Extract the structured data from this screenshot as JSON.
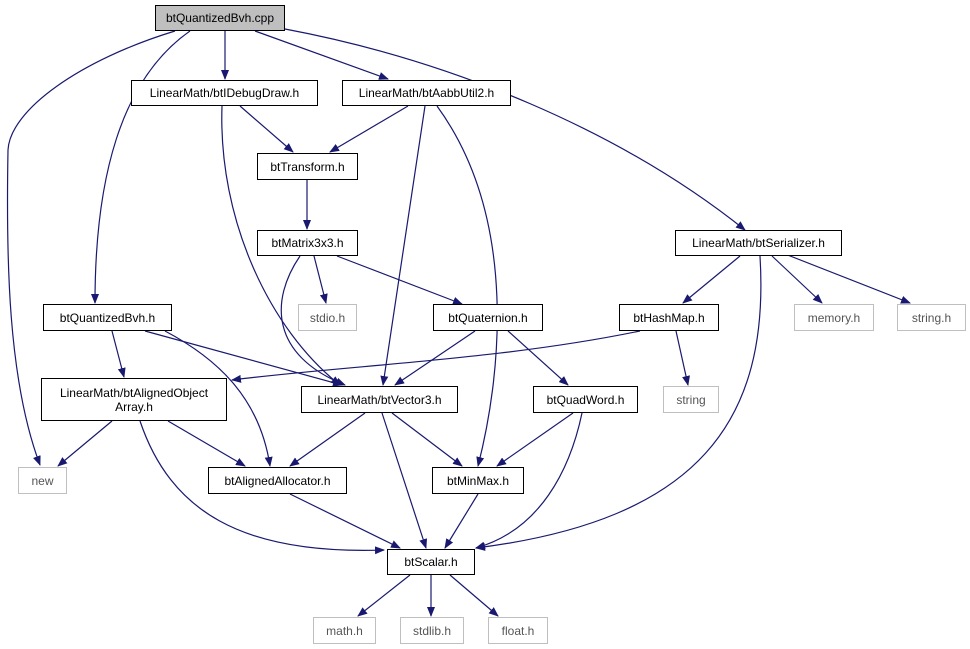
{
  "graph": {
    "edge_color": "#191970",
    "root_fill": "#bfbfbf",
    "external_border": "#bfbfbf",
    "nodes": {
      "btQuantizedBvh_cpp": "btQuantizedBvh.cpp",
      "btIDebugDraw_h": "LinearMath/btIDebugDraw.h",
      "btAabbUtil2_h": "LinearMath/btAabbUtil2.h",
      "btTransform_h": "btTransform.h",
      "btMatrix3x3_h": "btMatrix3x3.h",
      "btSerializer_h": "LinearMath/btSerializer.h",
      "btQuantizedBvh_h": "btQuantizedBvh.h",
      "stdio_h": "stdio.h",
      "btQuaternion_h": "btQuaternion.h",
      "btHashMap_h": "btHashMap.h",
      "memory_h": "memory.h",
      "string_h": "string.h",
      "btAlignedObjectArray_h": "LinearMath/btAlignedObject Array.h",
      "btVector3_h": "LinearMath/btVector3.h",
      "btQuadWord_h": "btQuadWord.h",
      "string": "string",
      "new": "new",
      "btAlignedAllocator_h": "btAlignedAllocator.h",
      "btMinMax_h": "btMinMax.h",
      "btScalar_h": "btScalar.h",
      "math_h": "math.h",
      "stdlib_h": "stdlib.h",
      "float_h": "float.h"
    }
  }
}
